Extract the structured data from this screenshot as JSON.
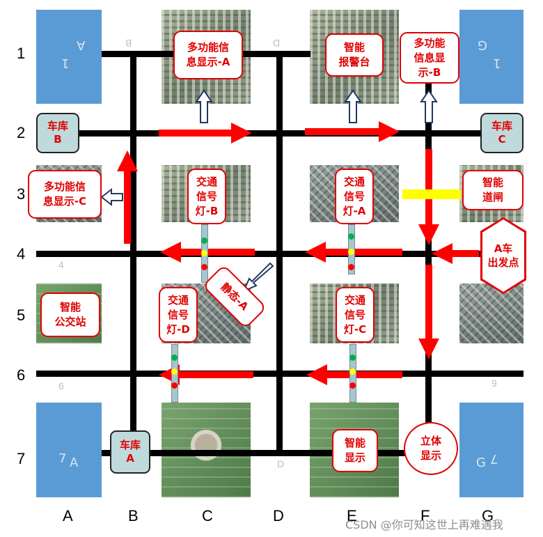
{
  "row_labels": [
    "1",
    "2",
    "3",
    "4",
    "5",
    "6",
    "7"
  ],
  "col_labels": [
    "A",
    "B",
    "C",
    "D",
    "E",
    "F",
    "G"
  ],
  "ghost_labels": {
    "A_top": "A",
    "one_top_left": "1",
    "B_top": "B",
    "D_top": "D",
    "G_top": "G",
    "one_top_right": "1",
    "four": "4",
    "six": "6",
    "nine": "9",
    "seven_bottom_left": "7",
    "A_bottom": "A",
    "D_bottom": "D",
    "G_bottom": "G",
    "seven_bottom_right": "7"
  },
  "bubbles": {
    "multi_display_a": "多功能信\n息显示-A",
    "alarm_station": "智能\n报警台",
    "multi_display_b": "多功能\n信息显\n示-B",
    "multi_display_c": "多功能信\n息显示-C",
    "signal_b": "交通\n信号\n灯-B",
    "signal_a": "交通\n信号\n灯-A",
    "smart_gate": "智能\n道闸",
    "static_a": "静态-A",
    "signal_d": "交通\n信号\n灯-D",
    "signal_c": "交通\n信号\n灯-C",
    "bus_station": "智能\n公交站",
    "smart_display": "智能\n显示",
    "stereo_display": "立体\n显示"
  },
  "garages": {
    "garage_b": "车库\nB",
    "garage_c": "车库\nC",
    "garage_a": "车库\nA"
  },
  "start_point": "A车\n出发点",
  "watermark": "CSDN @你可知这世上再难遇我",
  "colors": {
    "road": "#000000",
    "route_arrow": "#ff0000",
    "label_red": "#e00000",
    "garage_fill": "#bfdadd",
    "parking_blue": "#5b9bd5",
    "gate_yellow": "#ffff00",
    "info_arrow": "#1f3864",
    "lamp_green": "#00b050",
    "lamp_yellow": "#ffff00",
    "lamp_red": "#ff0000"
  },
  "icons": [
    "route-arrow-icon",
    "info-arrow-icon",
    "traffic-light-icon"
  ]
}
